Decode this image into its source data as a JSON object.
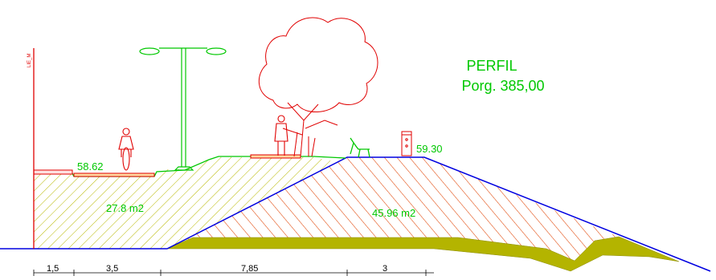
{
  "title": {
    "line1": "PERFIL",
    "line2": "Porg. 385,00"
  },
  "elevations": {
    "left": "58.62",
    "right": "59.30"
  },
  "areas": {
    "cut": "27.8 m2",
    "fill": "45.96 m2"
  },
  "dimensions": [
    "1,5",
    "3,5",
    "7,85",
    "3"
  ],
  "limit_label": "LIE_M",
  "colors": {
    "green": "#00c800",
    "red": "#e00000",
    "blue": "#0000e0",
    "olive_hatch": "#b8b800",
    "orange_hatch": "#e04000",
    "soil": "#b4b400"
  }
}
